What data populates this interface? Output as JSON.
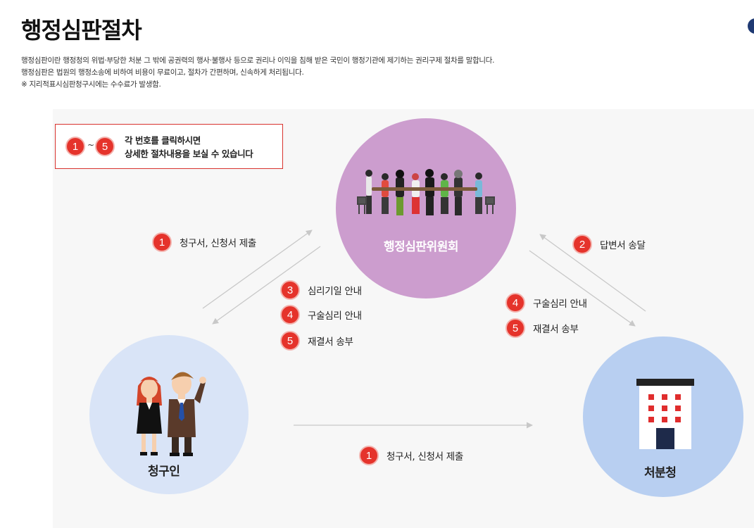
{
  "page": {
    "title": "행정심판절차",
    "description": [
      "행정심판이란 행정청의 위법·부당한 처분 그 밖에 공권력의 행사·불행사 등으로 권리나 이익을 침해 받은 국민이 행정기관에 제기하는 권리구제 절차를 말합니다.",
      "행정심판은 법원의 행정소송에 비하여 비용이 무료이고, 절차가 간편하며, 신속하게 처리됩니다.",
      "※ 지리적표시심판청구시에는 수수료가 발생함."
    ]
  },
  "notice": {
    "from": "1",
    "tilde": "~",
    "to": "5",
    "line1": "각 번호를 클릭하시면",
    "line2": "상세한 절차내용을 보실 수 있습니다"
  },
  "nodes": {
    "committee": "행정심판위원회",
    "claimant": "청구인",
    "agency": "처분청"
  },
  "steps": {
    "claimant_to_committee": {
      "num": "1",
      "label": "청구서, 신청서 제출"
    },
    "committee_to_agency": {
      "num": "2",
      "label": "답변서 송달"
    },
    "committee_to_claimant": [
      {
        "num": "3",
        "label": "심리기일 안내"
      },
      {
        "num": "4",
        "label": "구술심리 안내"
      },
      {
        "num": "5",
        "label": "재결서 송부"
      }
    ],
    "agency_from_committee": [
      {
        "num": "4",
        "label": "구술심리 안내"
      },
      {
        "num": "5",
        "label": "재결서 송부"
      }
    ],
    "claimant_to_agency": {
      "num": "1",
      "label": "청구서, 신청서 제출"
    }
  },
  "colors": {
    "badge": "#e5332b",
    "notice_border": "#d8332e",
    "committee_circle": "#cc9dce",
    "claimant_circle": "#d9e4f7",
    "agency_circle": "#b8cff1",
    "arrow": "#c8c8c8"
  }
}
